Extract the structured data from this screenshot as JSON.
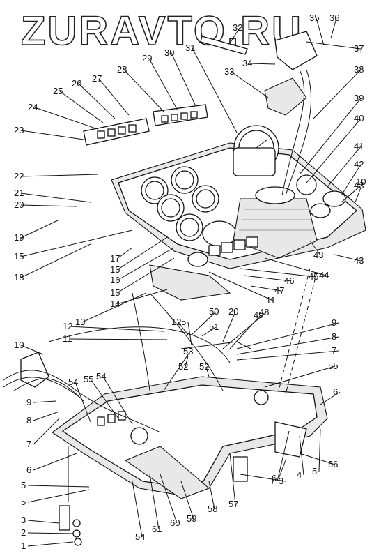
{
  "watermark": {
    "text": "ZURAVTO.RU"
  },
  "callouts": [
    "1",
    "2",
    "3",
    "4",
    "5",
    "6",
    "7",
    "8",
    "9",
    "10",
    "11",
    "12",
    "13",
    "14",
    "15",
    "16",
    "17",
    "18",
    "19",
    "20",
    "21",
    "22",
    "23",
    "24",
    "25",
    "26",
    "27",
    "28",
    "29",
    "30",
    "31",
    "32",
    "33",
    "34",
    "35",
    "36",
    "37",
    "38",
    "39",
    "40",
    "41",
    "42",
    "43",
    "44",
    "45",
    "46",
    "47",
    "48",
    "49",
    "50",
    "51",
    "52",
    "53",
    "54",
    "55",
    "56",
    "57",
    "58",
    "59",
    "60",
    "61"
  ]
}
